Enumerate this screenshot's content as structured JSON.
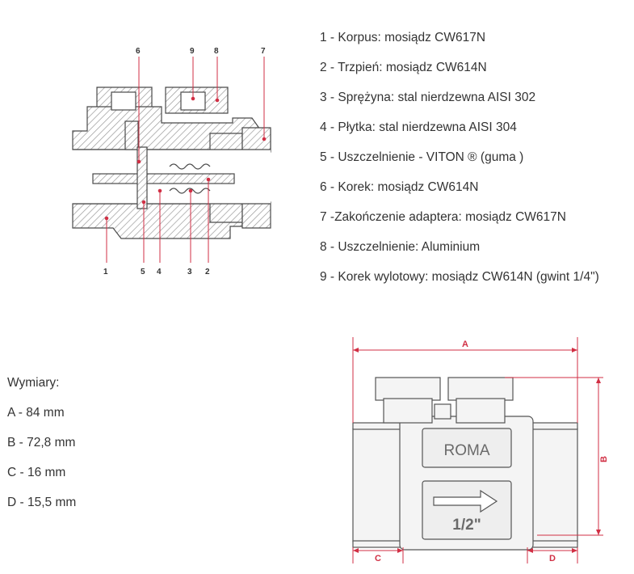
{
  "legend": {
    "items": [
      "1 - Korpus: mosiądz CW617N",
      "2 - Trzpień: mosiądz CW614N",
      "3 - Sprężyna: stal nierdzewna AISI 302",
      "4 - Płytka: stal nierdzewna AISI 304",
      "5 - Uszczelnienie - VITON ® (guma )",
      "6 - Korek: mosiądz CW614N",
      "7 -Zakończenie adaptera: mosiądz CW617N",
      "8 - Uszczelnienie: Aluminium",
      "9 - Korek wylotowy: mosiądz CW614N (gwint 1/4\")"
    ]
  },
  "dimensions": {
    "heading": "Wymiary:",
    "items": [
      "A - 84 mm",
      "B - 72,8 mm",
      "C - 16 mm",
      "D - 15,5 mm"
    ]
  },
  "section_callouts": {
    "top": [
      "6",
      "9",
      "8",
      "7"
    ],
    "bottom": [
      "1",
      "5",
      "4",
      "3",
      "2"
    ]
  },
  "valve_view": {
    "dim_labels": {
      "a": "A",
      "b": "B",
      "c": "C",
      "d": "D"
    },
    "brand": "ROMA",
    "size": "1/2\""
  },
  "colors": {
    "callout_line": "#d12f44",
    "outline": "#4a4a4a",
    "hatch": "#9a9a9a"
  }
}
